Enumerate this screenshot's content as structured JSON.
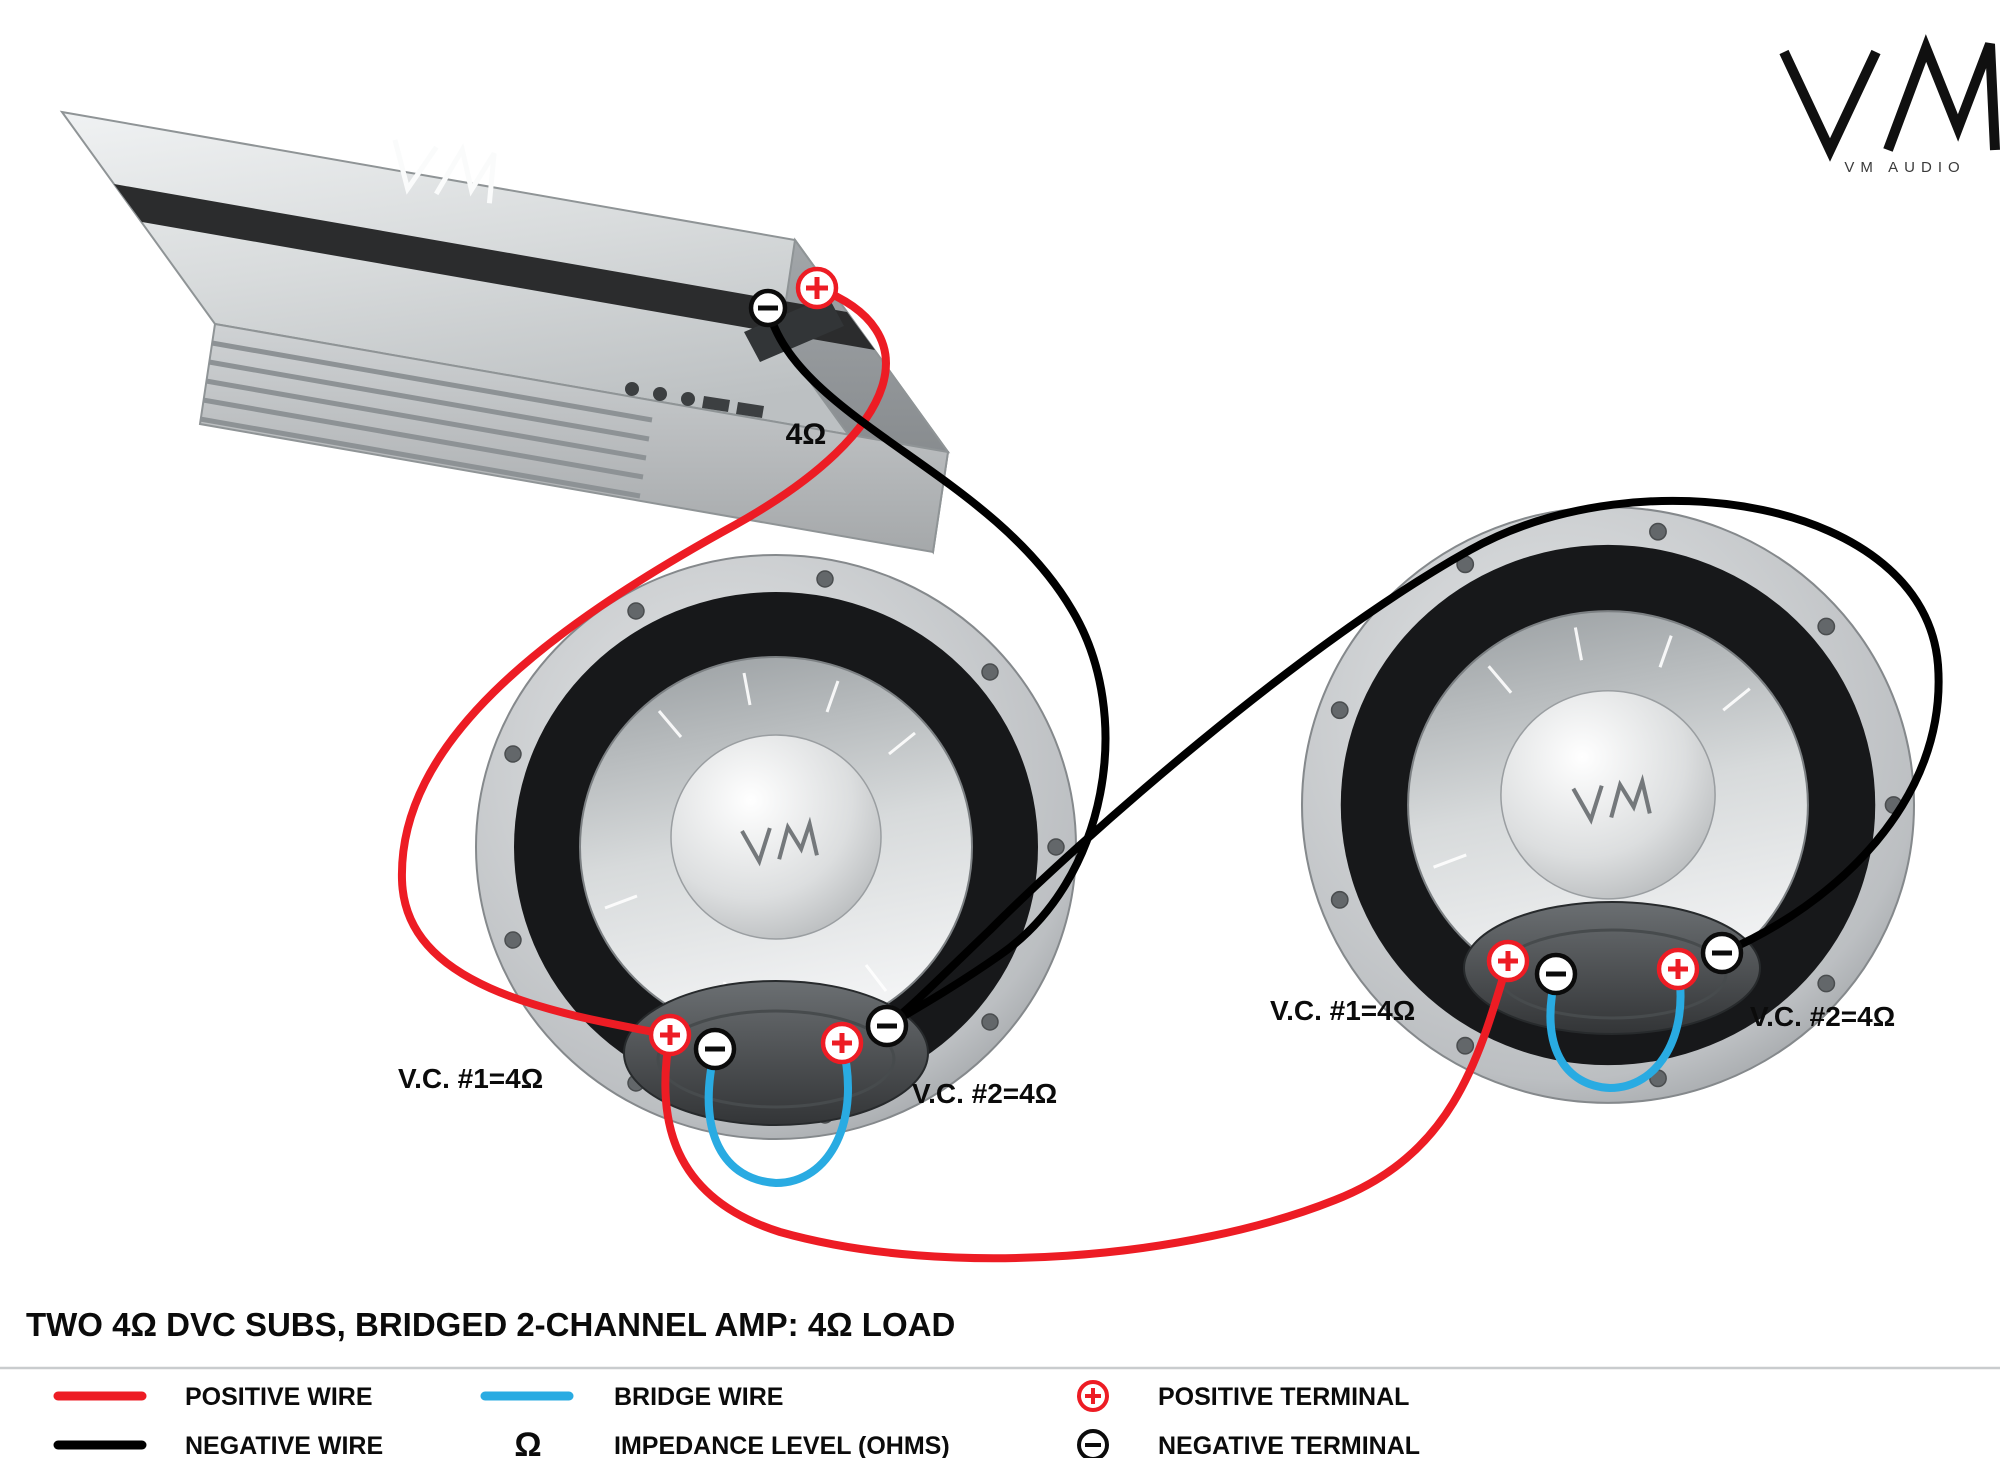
{
  "brand": {
    "logo_text": "VM",
    "logo_subtext": "VM AUDIO"
  },
  "title": "TWO 4Ω DVC SUBS, BRIDGED 2-CHANNEL AMP: 4Ω LOAD",
  "amp": {
    "impedance_label": "4Ω",
    "positive_symbol": "+",
    "negative_symbol": "−"
  },
  "subs": {
    "left": {
      "vc1_label": "V.C. #1=4Ω",
      "vc2_label": "V.C. #2=4Ω"
    },
    "right": {
      "vc1_label": "V.C. #1=4Ω",
      "vc2_label": "V.C. #2=4Ω"
    }
  },
  "legend": {
    "positive_wire": "POSITIVE WIRE",
    "negative_wire": "NEGATIVE WIRE",
    "bridge_wire": "BRIDGE WIRE",
    "impedance_symbol": "Ω",
    "impedance": "IMPEDANCE LEVEL (OHMS)",
    "positive_terminal": "POSITIVE TERMINAL",
    "negative_terminal": "NEGATIVE TERMINAL"
  },
  "colors": {
    "positive": "#ed1c24",
    "negative": "#000000",
    "bridge": "#29abe2"
  }
}
